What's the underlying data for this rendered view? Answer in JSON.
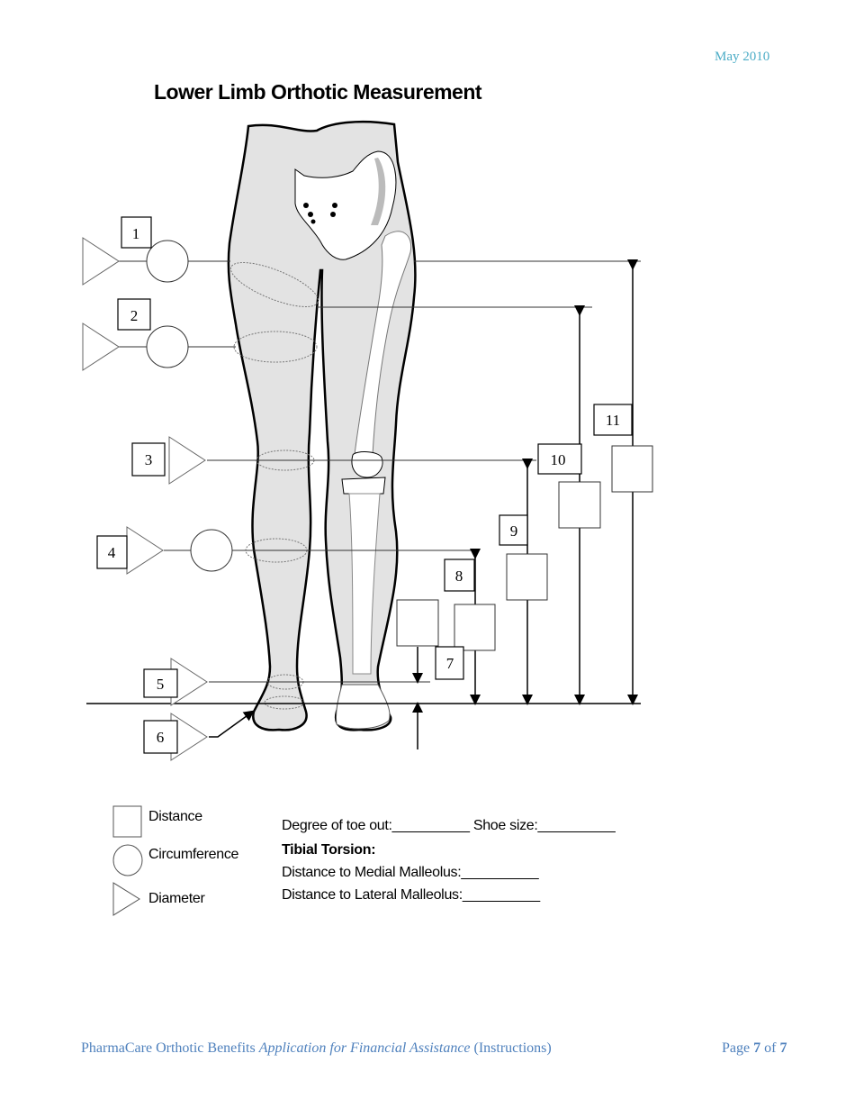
{
  "header": {
    "date": "May 2010"
  },
  "title": "Lower Limb Orthotic Measurement",
  "diagram": {
    "labels": [
      "1",
      "2",
      "3",
      "4",
      "5",
      "6",
      "7",
      "8",
      "9",
      "10",
      "11"
    ]
  },
  "legend": {
    "distance": "Distance",
    "circumference": "Circumference",
    "diameter": "Diameter"
  },
  "fields": {
    "toe_out": "Degree of toe out:__________",
    "shoe_size": "Shoe size:__________",
    "tibial_torsion": "Tibial Torsion:",
    "medial": "Distance to Medial Malleolus:__________",
    "lateral": "Distance to Lateral Malleolus:__________"
  },
  "footer": {
    "left_prefix": "PharmaCare Orthotic Benefits ",
    "left_italic": "Application for Financial Assistance",
    "left_suffix": " (Instructions)",
    "page_word": "Page ",
    "page_current": "7",
    "page_of": " of ",
    "page_total": "7"
  },
  "colors": {
    "date": "#4bacc6",
    "footer": "#4f81bd",
    "skin": "#e3e3e3"
  }
}
